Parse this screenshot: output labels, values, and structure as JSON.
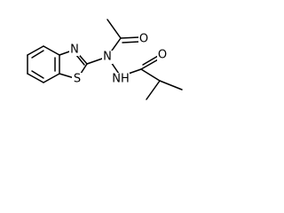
{
  "structure": {
    "atoms": [
      {
        "id": "n_thiazole",
        "label": "N"
      },
      {
        "id": "s_thiazole",
        "label": "S"
      },
      {
        "id": "n_hydrazide",
        "label": "N"
      },
      {
        "id": "o_acetyl",
        "label": "O"
      },
      {
        "id": "nh_amide",
        "label": "NH"
      },
      {
        "id": "o_amide",
        "label": "O"
      }
    ]
  },
  "colors": {
    "bond": "#000000",
    "label": "#000000",
    "background": "#ffffff"
  }
}
